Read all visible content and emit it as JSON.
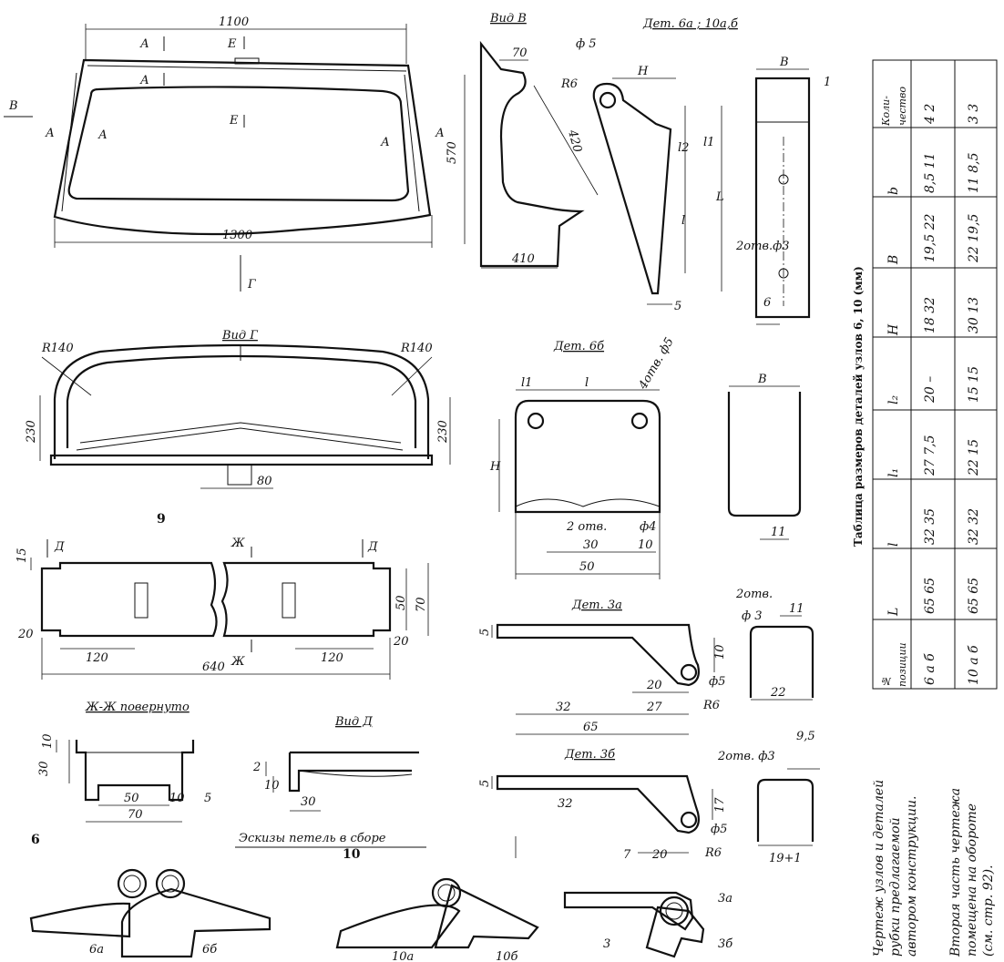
{
  "top_view": {
    "label_B": "В",
    "label_G": "Г",
    "A": "А",
    "E": "Е",
    "dim_1100": "1100",
    "dim_1300": "1300"
  },
  "view_B": {
    "title": "Вид В",
    "dim_70": "70",
    "dim_570": "570",
    "dim_420": "420",
    "dim_410": "410"
  },
  "det_6a": {
    "title": "Дет. 6а ; 10а,б",
    "phi5": "ф 5",
    "R6": "R6",
    "H": "H",
    "l1": "l1",
    "l2": "l2",
    "l": "l",
    "L": "L",
    "dim_5": "5",
    "B": "B",
    "dim_1": "1",
    "dim_6": "6",
    "holes": "2отв.ф3"
  },
  "view_G": {
    "title": "Вид Г",
    "R140_left": "R140",
    "R140_right": "R140",
    "dim_230_left": "230",
    "dim_230_right": "230",
    "dim_80": "80",
    "fig_number": "9"
  },
  "det_6b": {
    "title": "Дет. 6б",
    "l1": "l1",
    "l": "l",
    "holes": "4отв. ф5",
    "H": "H",
    "B": "B",
    "holes2": "2 отв.",
    "phi4": "ф4",
    "dim_30": "30",
    "dim_10": "10",
    "dim_50": "50",
    "dim_11": "11"
  },
  "strip": {
    "D_left": "Д",
    "D_right": "Д",
    "Zh_top": "Ж",
    "Zh_bottom": "Ж",
    "dim_15": "15",
    "dim_50": "50",
    "dim_70": "70",
    "dim_20_left": "20",
    "dim_120_left": "120",
    "dim_640": "640",
    "dim_120_right": "120",
    "dim_20_right": "20"
  },
  "det_3a": {
    "title": "Дет. 3а",
    "dim_5": "5",
    "dim_10": "10",
    "dim_20": "20",
    "dim_27": "27",
    "dim_32": "32",
    "dim_65": "65",
    "phi5": "ф5",
    "R6": "R6",
    "holes_a": "2отв.",
    "holes_b": "ф 3",
    "dim_11": "11",
    "dim_22": "22"
  },
  "det_3b": {
    "title": "Дет. 3б",
    "dim_5": "5",
    "dim_17": "17",
    "dim_32": "32",
    "dim_7": "7",
    "dim_20": "20",
    "phi5": "ф5",
    "R6": "R6",
    "holes": "2отв. ф3",
    "dim_95": "9,5",
    "dim_19": "19+1"
  },
  "section_Zh": {
    "title": "Ж-Ж повернуто",
    "dim_10": "10",
    "dim_30": "30",
    "dim_50": "50",
    "dim_10b": "10",
    "dim_5": "5",
    "dim_70": "70"
  },
  "view_D": {
    "title": "Вид Д",
    "dim_2": "2",
    "dim_10": "10",
    "dim_30": "30"
  },
  "sketches": {
    "title": "Эскизы петель в сборе",
    "fig6": "6",
    "fig10": "10",
    "fig3": "3",
    "p6a": "6а",
    "p6b": "6б",
    "p10a": "10а",
    "p10b": "10б",
    "p3a": "3а",
    "p3b": "3б"
  },
  "table": {
    "title": "Таблица размеров деталей узлов 6, 10 (мм)",
    "headers": [
      "№ позиции",
      "L",
      "l",
      "l₁",
      "l₂",
      "H",
      "B",
      "b",
      "Коли-чество"
    ],
    "rows": [
      [
        "6 а б",
        "65 65",
        "32 35",
        "27 7,5",
        "20 –",
        "18 32",
        "19,5 22",
        "8,5 11",
        "4 2"
      ],
      [
        "10 а б",
        "65 65",
        "32 32",
        "22 15",
        "15 15",
        "30 13",
        "22 19,5",
        "11 8,5",
        "3 3"
      ]
    ]
  },
  "notes": {
    "note1_l1": "Чертеж узлов и деталей",
    "note1_l2": "рубки    предлагаемой",
    "note1_l3": "автором    конструкции.",
    "note2_l1": "Вторая  часть  чертежа",
    "note2_l2": "помещена  на  обороте",
    "note2_l3": "(см. стр. 92)."
  }
}
